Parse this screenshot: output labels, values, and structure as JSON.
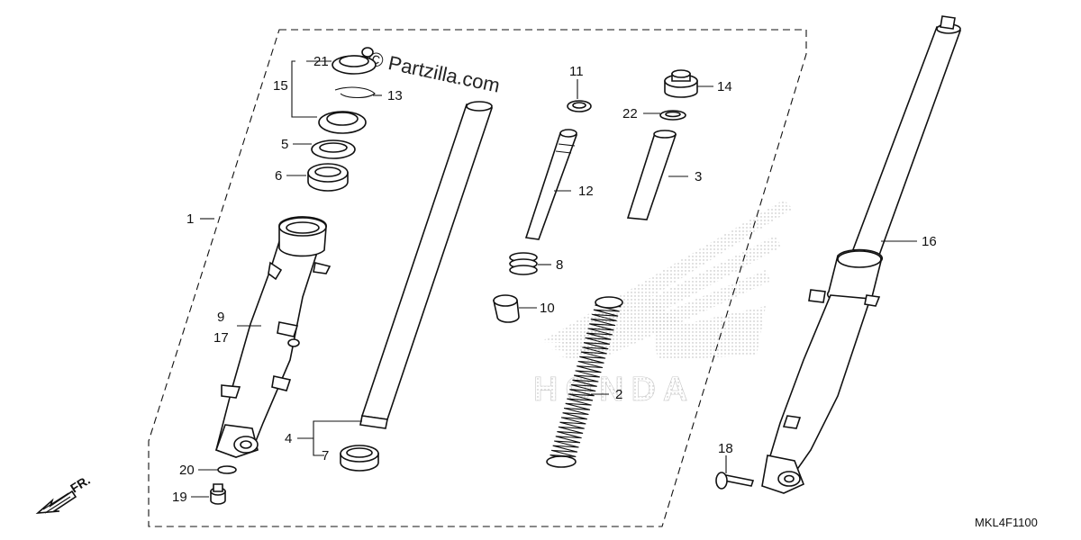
{
  "watermark": "© Partzilla.com",
  "brand_watermark": "HONDA",
  "diagram_code": "MKL4F1100",
  "direction_label": "FR.",
  "callouts": {
    "c1": "1",
    "c2": "2",
    "c3": "3",
    "c4": "4",
    "c5": "5",
    "c6": "6",
    "c7": "7",
    "c8": "8",
    "c9": "9",
    "c10": "10",
    "c11": "11",
    "c12": "12",
    "c13": "13",
    "c14": "14",
    "c15": "15",
    "c16": "16",
    "c17": "17",
    "c18": "18",
    "c19": "19",
    "c20": "20",
    "c21": "21",
    "c22": "22"
  }
}
